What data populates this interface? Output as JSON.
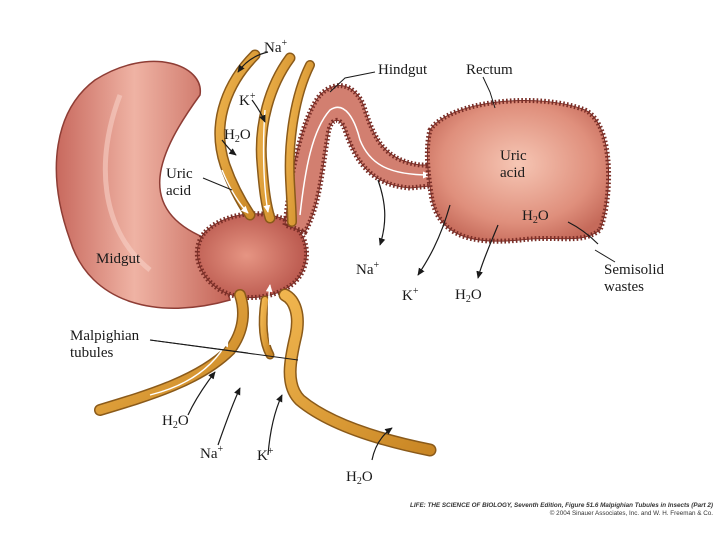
{
  "labels": {
    "na_top": "Na",
    "k_top": "K",
    "h2o_top": "H",
    "h2o_top_o": "O",
    "hindgut": "Hindgut",
    "rectum": "Rectum",
    "uric_acid_left_1": "Uric",
    "uric_acid_left_2": "acid",
    "uric_acid_rectum_1": "Uric",
    "uric_acid_rectum_2": "acid",
    "midgut": "Midgut",
    "na_mid": "Na",
    "k_mid": "K",
    "h2o_rectum": "H",
    "h2o_rectum_o": "O",
    "h2o_rectum_below": "H",
    "h2o_rectum_below_o": "O",
    "semisolid_1": "Semisolid",
    "semisolid_2": "wastes",
    "malpighian_1": "Malpighian",
    "malpighian_2": "tubules",
    "h2o_left": "H",
    "h2o_left_o": "O",
    "na_bottom": "Na",
    "k_bottom": "K",
    "h2o_bottom": "H",
    "h2o_bottom_o": "O",
    "plus": "+",
    "two": "2"
  },
  "caption": {
    "line1": "LIFE: THE SCIENCE OF BIOLOGY, Seventh Edition, Figure 51.6 Malpighian Tubules in Insects (Part 2)",
    "line2": "© 2004 Sinauer Associates, Inc. and W. H. Freeman & Co."
  },
  "colors": {
    "gut": "#d98b7e",
    "gut_dark": "#b5584e",
    "rectum_center": "#f0b8a6",
    "tubule": "#e0a13a",
    "tubule_dark": "#a8701f"
  }
}
